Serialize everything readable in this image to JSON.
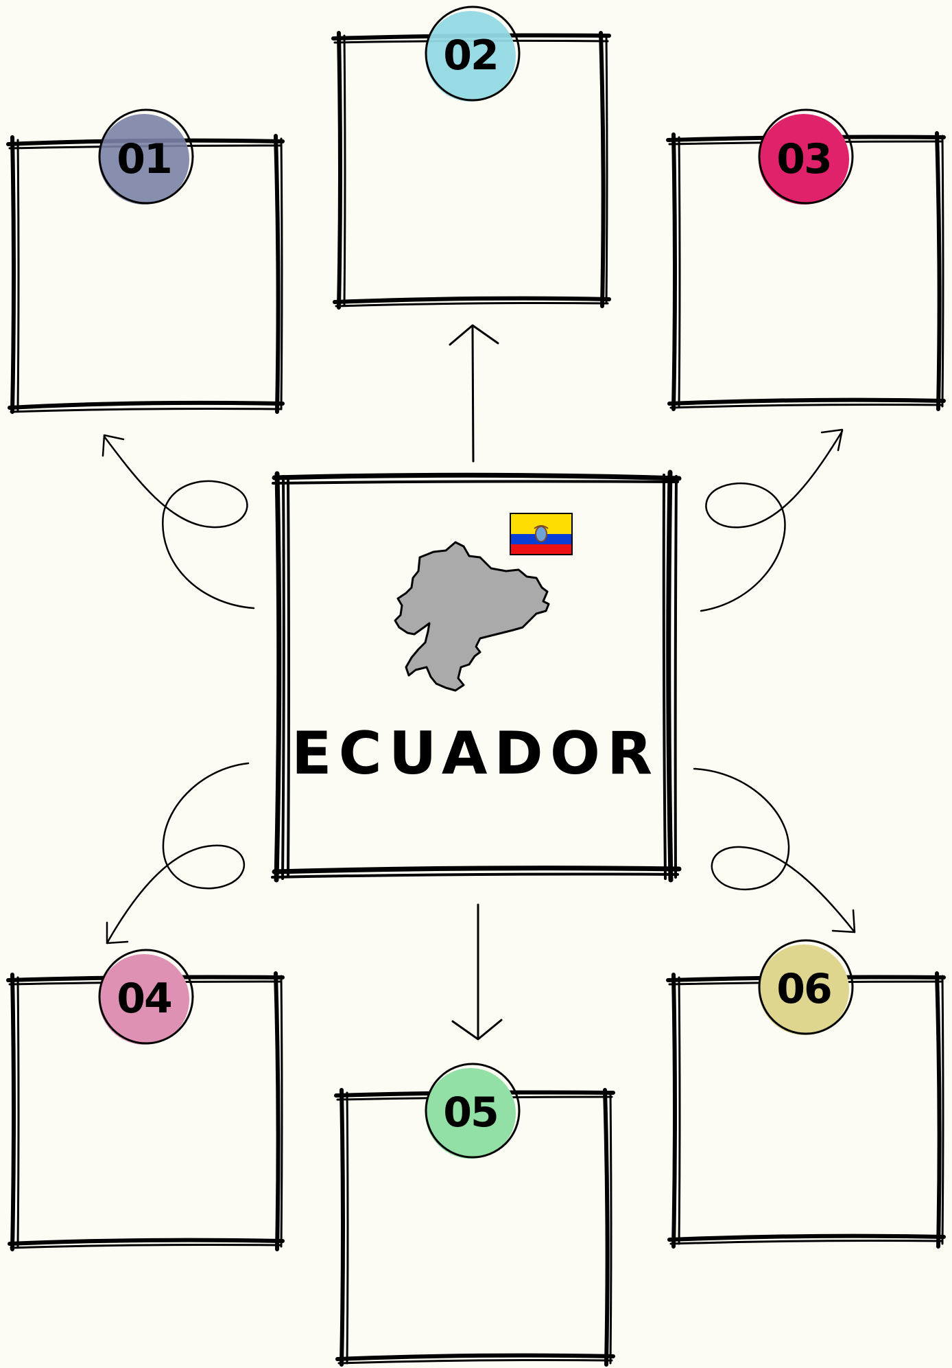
{
  "title": "ECUADOR",
  "map_icon": "ecuador-map-icon",
  "flag_icon": "ecuador-flag-icon",
  "map_color": "#aaaaaa",
  "flag_colors": {
    "yellow": "#ffdd00",
    "blue": "#0a3fd6",
    "red": "#ee1111"
  },
  "badges": [
    {
      "label": "01",
      "color": "#7a82a6"
    },
    {
      "label": "02",
      "color": "#93d9e4"
    },
    {
      "label": "03",
      "color": "#e0226b"
    },
    {
      "label": "04",
      "color": "#df91b4"
    },
    {
      "label": "05",
      "color": "#92e0a6"
    },
    {
      "label": "06",
      "color": "#ded68f"
    }
  ]
}
